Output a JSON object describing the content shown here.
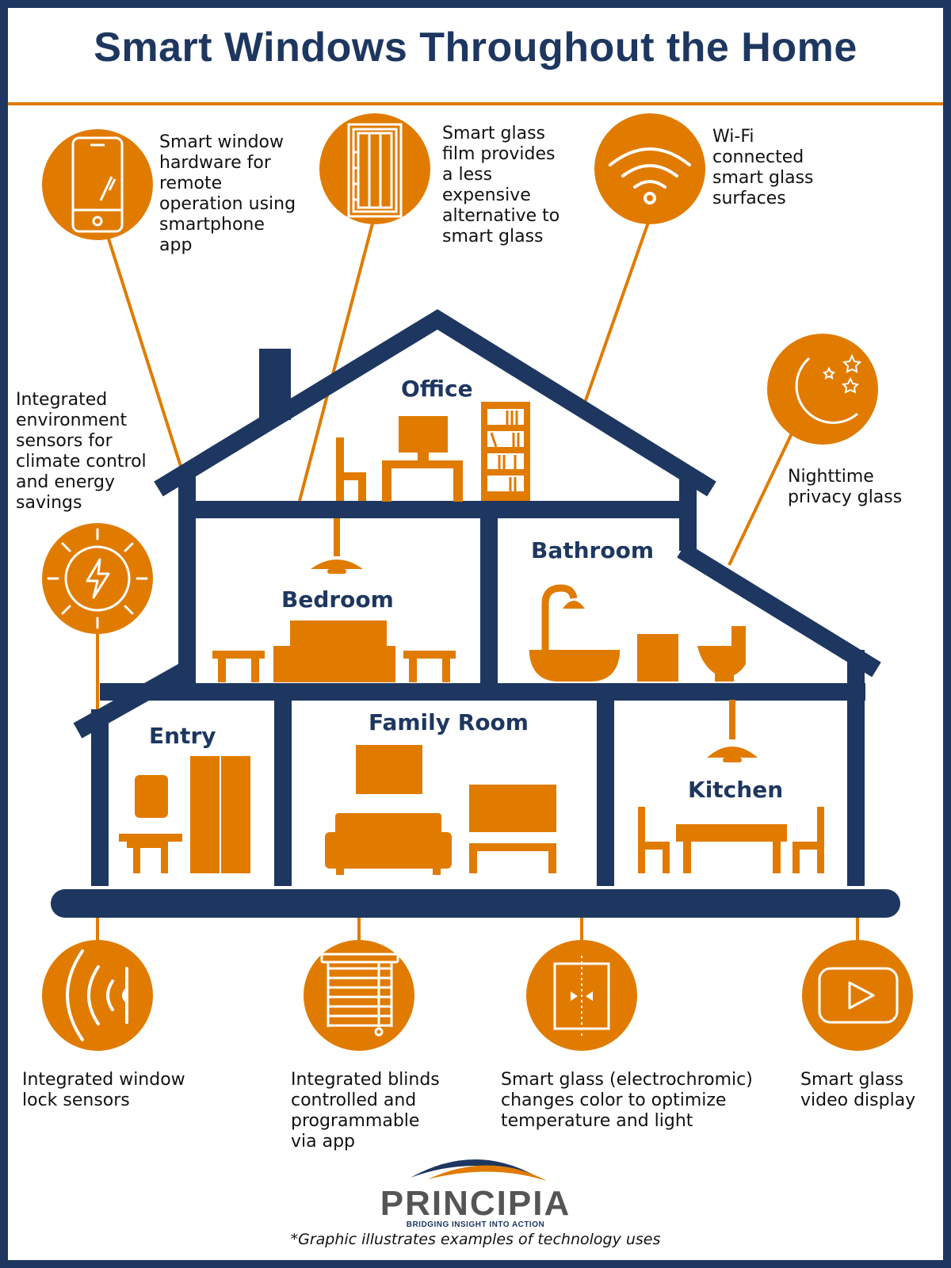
{
  "title": "Smart Windows Throughout the Home",
  "colors": {
    "navy": "#1e3760",
    "orange": "#e07b00",
    "white": "#ffffff"
  },
  "callouts": {
    "smartphone": "Smart window\nhardware for\nremote\noperation using\nsmartphone\napp",
    "film": "Smart glass\nfilm provides\na less\nexpensive\nalternative to\nsmart glass",
    "wifi": "Wi-Fi\nconnected\nsmart glass\nsurfaces",
    "environment": "Integrated\nenvironment\nsensors for\nclimate control\nand energy\nsavings",
    "night": "Nighttime\nprivacy glass",
    "lock": "Integrated window\nlock sensors",
    "blinds": "Integrated blinds\ncontrolled and\nprogrammable\nvia app",
    "electrochromic": "Smart glass (electrochromic)\nchanges color to optimize\ntemperature and light",
    "video": "Smart glass\nvideo display"
  },
  "icons": {
    "smartphone": "smartphone-icon",
    "film": "window-film-icon",
    "wifi": "wifi-icon",
    "environment": "sun-energy-icon",
    "night": "moon-stars-icon",
    "lock": "lock-sensor-icon",
    "blinds": "blinds-icon",
    "electrochromic": "sliding-window-icon",
    "video": "video-play-icon"
  },
  "rooms": {
    "office": "Office",
    "bedroom": "Bedroom",
    "bathroom": "Bathroom",
    "entry": "Entry",
    "family": "Family Room",
    "kitchen": "Kitchen"
  },
  "brand": {
    "name": "PRINCIPIA",
    "tagline": "BRIDGING INSIGHT INTO ACTION"
  },
  "footnote": "*Graphic illustrates examples of technology uses"
}
